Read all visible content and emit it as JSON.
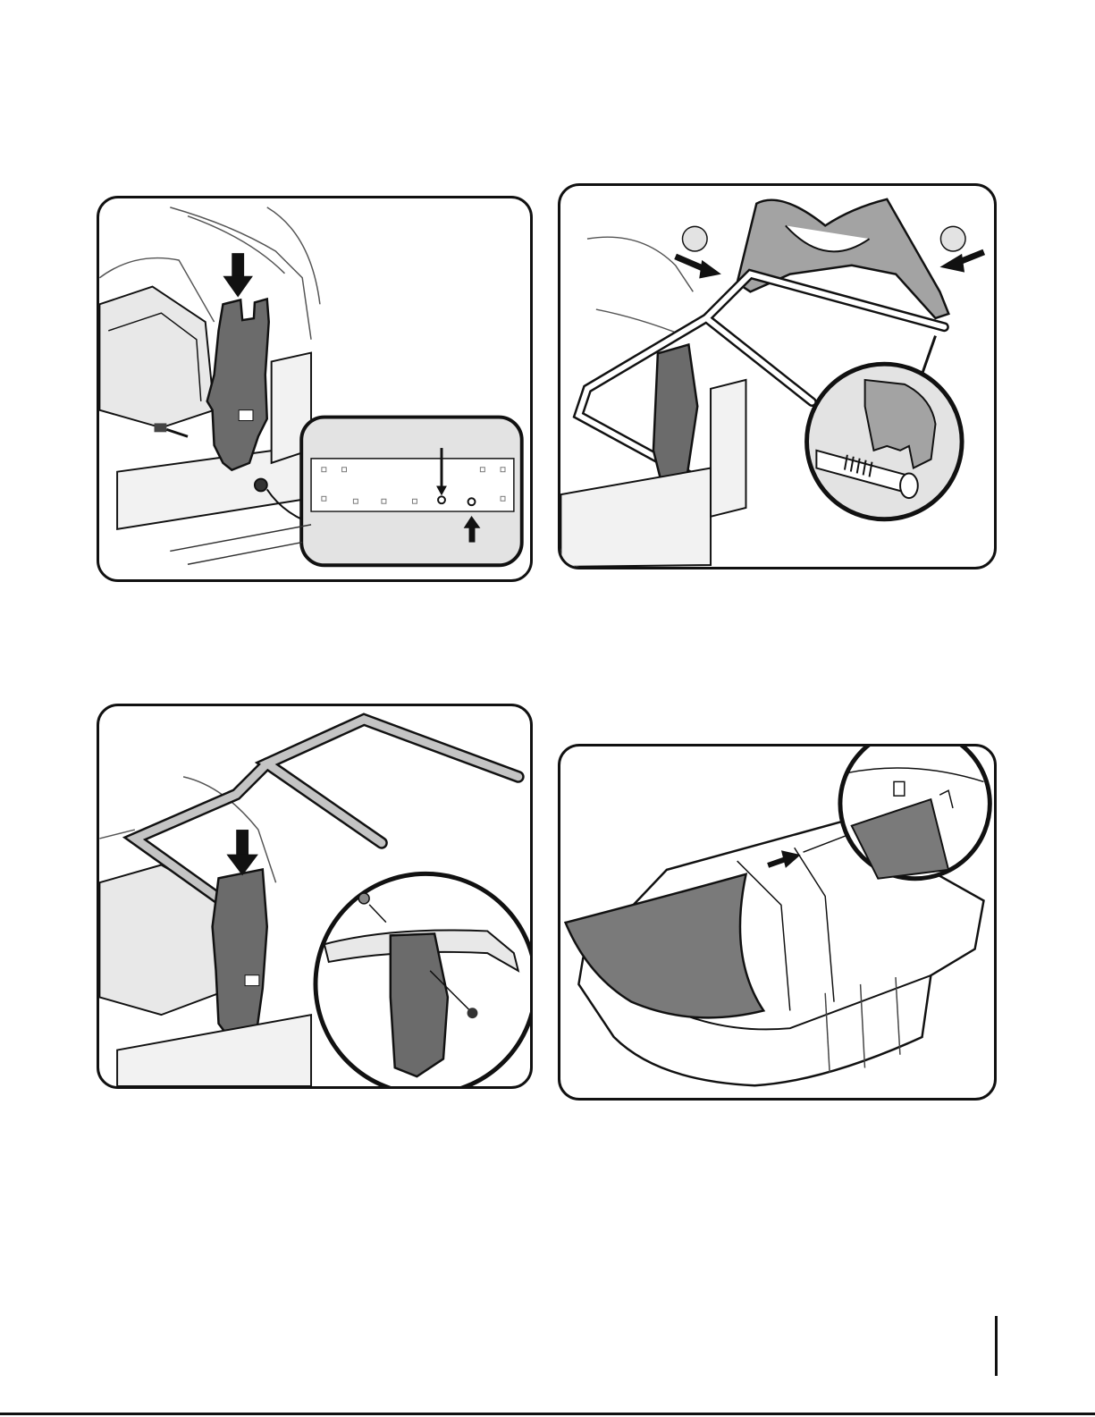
{
  "page": {
    "figures": [
      {
        "name": "handle-bracket-install-figure",
        "callouts": []
      },
      {
        "name": "bagger-frame-and-hood-figure",
        "callouts": []
      },
      {
        "name": "handle-frame-attach-figure",
        "callouts": []
      },
      {
        "name": "bag-liner-install-figure",
        "callouts": []
      }
    ]
  },
  "colors": {
    "line": "#111111",
    "part_fill": "#6b6b6b",
    "hood_fill": "#a3a3a3",
    "inset_fill": "#e3e3e3",
    "background": "#ffffff"
  }
}
